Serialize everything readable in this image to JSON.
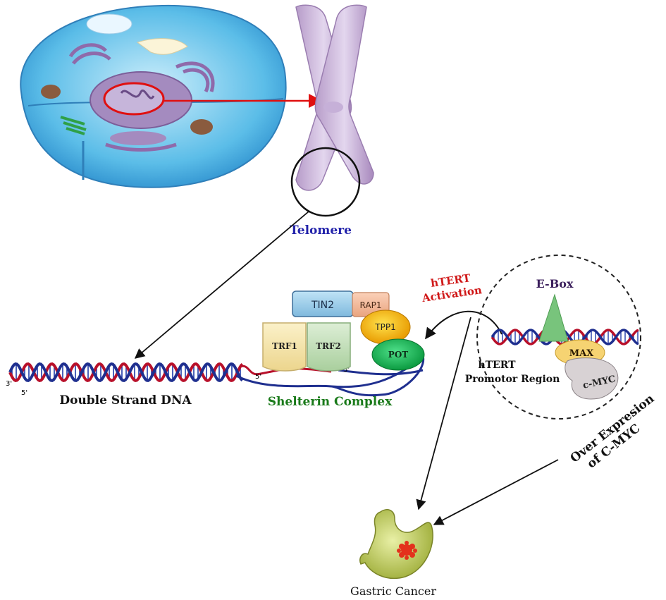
{
  "labels": {
    "telomere": "Telomere",
    "double_strand_dna": "Double Strand DNA",
    "shelterin_complex": "Shelterin Complex",
    "htert_activation_1": "hTERT",
    "htert_activation_2": "Activation",
    "ebox": "E-Box",
    "htert_promotor_1": "hTERT",
    "htert_promotor_2": "Promotor Region",
    "over_expression_1": "Over Expresion",
    "over_expression_2": "of C-MYC",
    "gastric_cancer": "Gastric Cancer",
    "strand_3_left": "3'",
    "strand_5_left": "5'",
    "strand_5_mid": "5'",
    "strand_3_mid": "3'"
  },
  "proteins": {
    "tin2": "TIN2",
    "rap1": "RAP1",
    "trf1": "TRF1",
    "trf2": "TRF2",
    "tpp1": "TPP1",
    "pot": "POT",
    "max": "MAX",
    "cmyc": "c-MYC"
  },
  "colors": {
    "telomere_label": "#2222aa",
    "shelterin_label": "#1a7a1a",
    "htert_activation": "#d01818",
    "ebox_label": "#3b1f5c",
    "red_strand": "#b8102a",
    "blue_strand": "#1f2f8f",
    "arrow": "#111111",
    "cell_arrow": "#e01010"
  }
}
